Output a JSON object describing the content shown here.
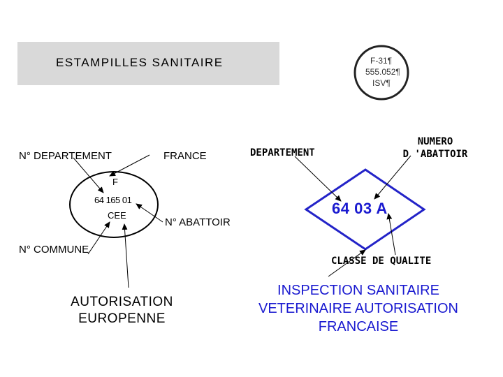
{
  "title": "ESTAMPILLES SANITAIRE",
  "stamp_image": {
    "line1": "F-31¶",
    "line2": "555.052¶",
    "line3": "ISV¶"
  },
  "oval_stamp": {
    "country_letter": "F",
    "number": "64 165 01",
    "cee": "CEE",
    "labels": {
      "departement": "N° DEPARTEMENT",
      "france": "FRANCE",
      "abattoir": "N° ABATTOIR",
      "commune": "N° COMMUNE",
      "autorisation_line1": "AUTORISATION",
      "autorisation_line2": "EUROPENNE"
    }
  },
  "diamond_stamp": {
    "code": "64 03 A",
    "labels": {
      "departement": "DEPARTEMENT",
      "numero_line1": "NUMERO",
      "numero_line2": "D 'ABATTOIR",
      "classe": "CLASSE DE QUALITE",
      "inspection_line1": "INSPECTION SANITAIRE",
      "inspection_line2": "VETERINAIRE AUTORISATION",
      "inspection_line3": "FRANCAISE"
    }
  },
  "colors": {
    "diamond_stroke": "#2323c8",
    "diamond_text": "#1a1ad0",
    "title_bg": "#d9d9d9"
  }
}
